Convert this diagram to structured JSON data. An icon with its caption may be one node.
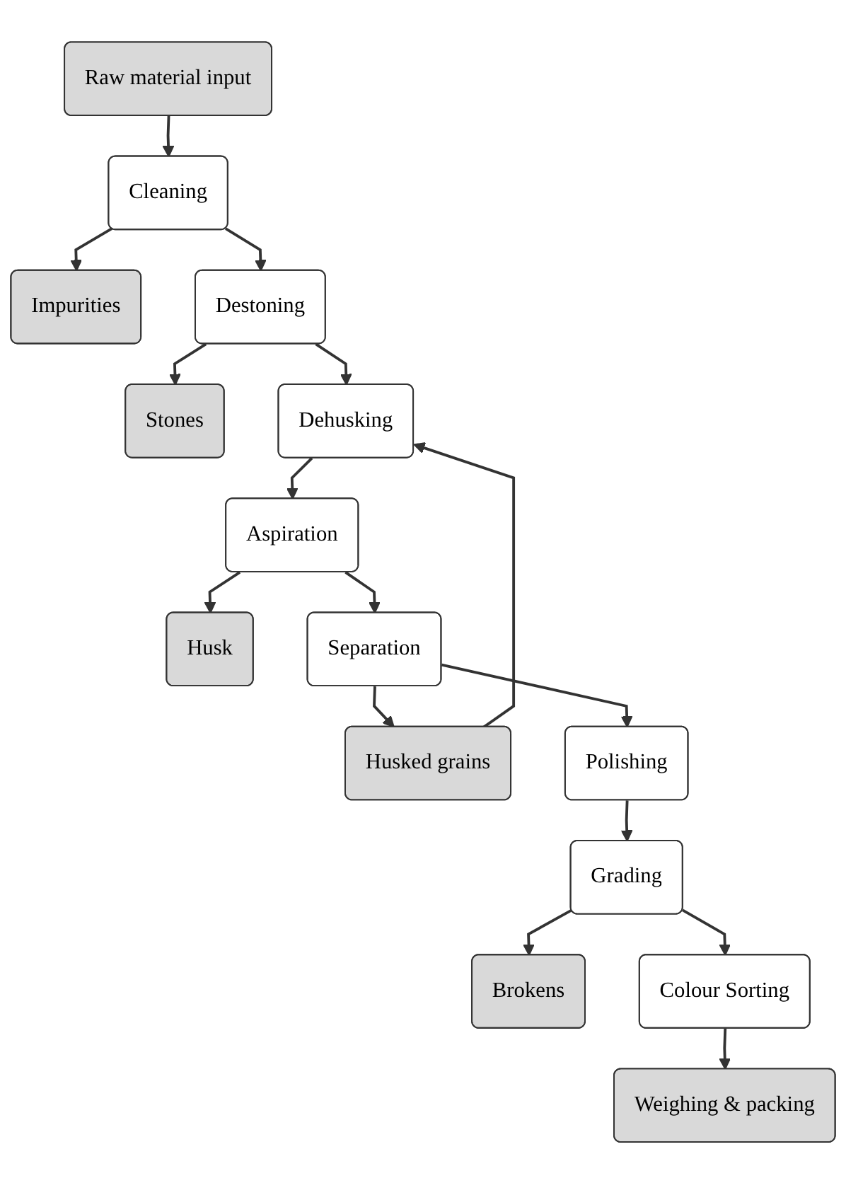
{
  "diagram": {
    "nodes": [
      {
        "text": [
          "Raw material input"
        ]
      },
      {
        "text": [
          "Cleaning"
        ]
      },
      {
        "text": [
          "Impurities"
        ]
      },
      {
        "text": [
          "Destoning"
        ]
      },
      {
        "text": [
          "Stones"
        ]
      },
      {
        "text": [
          "Dehusking"
        ]
      },
      {
        "text": [
          "Husked grains"
        ]
      },
      {
        "text": [
          "Aspiration"
        ]
      },
      {
        "text": [
          "Husk"
        ]
      },
      {
        "text": [
          "Separation"
        ]
      },
      {
        "text": [
          "Polishing"
        ]
      },
      {
        "text": [
          "Grading"
        ]
      },
      {
        "text": [
          "Brokens"
        ]
      },
      {
        "text": [
          "Colour Sorting"
        ]
      },
      {
        "text": [
          "Weighing & packing"
        ]
      }
    ],
    "edges": [
      {
        "from": 0,
        "to": 1,
        "arrow": "to"
      },
      {
        "from": 1,
        "to": 2,
        "arrow": "to"
      },
      {
        "from": 1,
        "to": 3,
        "arrow": "to"
      },
      {
        "from": 3,
        "to": 4,
        "arrow": "to"
      },
      {
        "from": 3,
        "to": 5,
        "arrow": "to"
      },
      {
        "from": 6,
        "to": 5,
        "arrow": "to"
      },
      {
        "from": 5,
        "to": 7,
        "arrow": "to"
      },
      {
        "from": 7,
        "to": 8,
        "arrow": "to"
      },
      {
        "from": 7,
        "to": 9,
        "arrow": "to"
      },
      {
        "from": 9,
        "to": 6,
        "arrow": "to"
      },
      {
        "from": 9,
        "to": 10,
        "arrow": "to"
      },
      {
        "from": 10,
        "to": 11,
        "arrow": "to"
      },
      {
        "from": 11,
        "to": 12,
        "arrow": "to"
      },
      {
        "from": 11,
        "to": 13,
        "arrow": "to"
      },
      {
        "from": 13,
        "to": 14,
        "arrow": "to"
      }
    ]
  }
}
